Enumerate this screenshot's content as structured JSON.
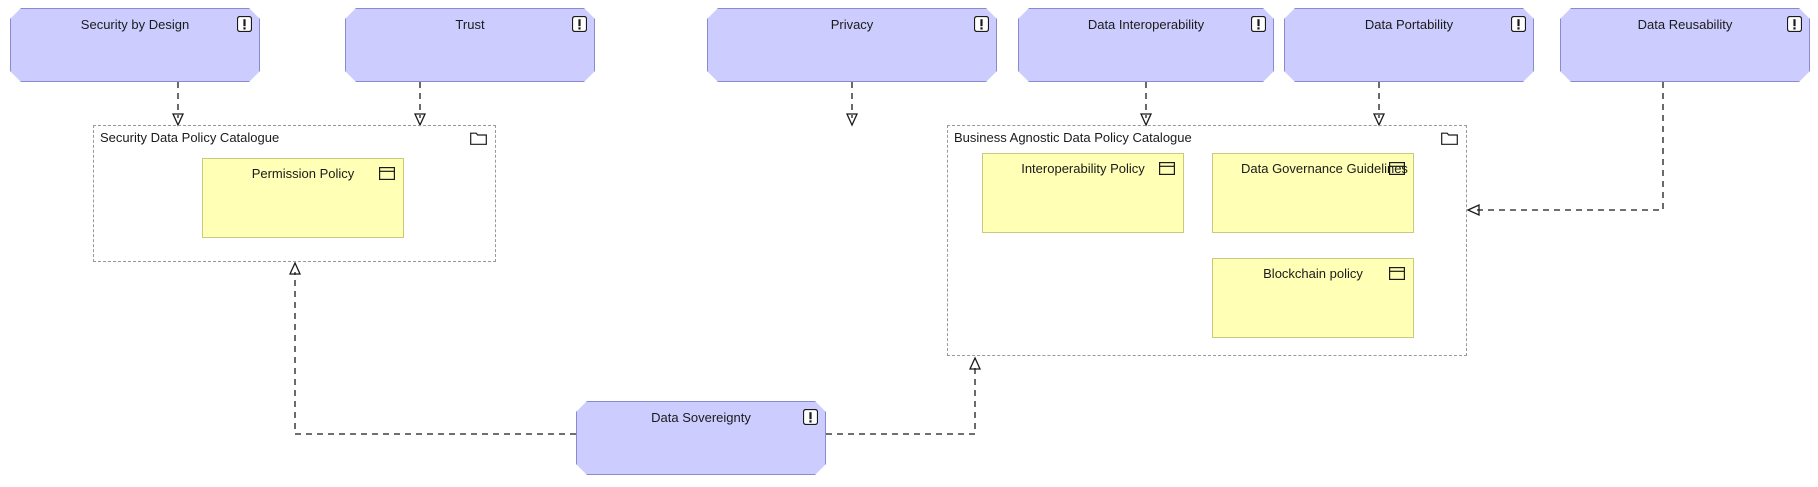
{
  "diagram": {
    "type": "archimate-motivation-view",
    "colors": {
      "principle_fill": "#CCCCFF",
      "principle_stroke": "#8A8AD0",
      "business_object_fill": "#FFFFB5",
      "business_object_stroke": "#C9C97F",
      "grouping_stroke": "#999999",
      "connector_stroke": "#1B1B1B",
      "canvas_background": "#FFFFFF"
    }
  },
  "principles": [
    {
      "id": "security-by-design",
      "label": "Security by Design",
      "icon": "principle-exclamation-icon"
    },
    {
      "id": "trust",
      "label": "Trust",
      "icon": "principle-exclamation-icon"
    },
    {
      "id": "privacy",
      "label": "Privacy",
      "icon": "principle-exclamation-icon"
    },
    {
      "id": "data-interoperability",
      "label": "Data Interoperability",
      "icon": "principle-exclamation-icon"
    },
    {
      "id": "data-portability",
      "label": "Data Portability",
      "icon": "principle-exclamation-icon"
    },
    {
      "id": "data-reusability",
      "label": "Data Reusability",
      "icon": "principle-exclamation-icon"
    },
    {
      "id": "data-sovereignty",
      "label": "Data Sovereignty",
      "icon": "principle-exclamation-icon"
    }
  ],
  "groupings": [
    {
      "id": "security-data-policy-catalogue",
      "label": "Security Data Policy Catalogue",
      "icon": "folder-icon"
    },
    {
      "id": "business-agnostic-data-policy-catalogue",
      "label": "Business Agnostic Data Policy Catalogue",
      "icon": "folder-icon"
    }
  ],
  "business_objects": [
    {
      "id": "permission-policy",
      "label": "Permission Policy",
      "icon": "business-object-icon",
      "parent": "security-data-policy-catalogue"
    },
    {
      "id": "interoperability-policy",
      "label": "Interoperability Policy",
      "icon": "business-object-icon",
      "parent": "business-agnostic-data-policy-catalogue"
    },
    {
      "id": "data-governance-guidelines",
      "label": "Data Governance Guidelines",
      "icon": "business-object-icon",
      "parent": "business-agnostic-data-policy-catalogue"
    },
    {
      "id": "blockchain-policy",
      "label": "Blockchain policy",
      "icon": "business-object-icon",
      "parent": "business-agnostic-data-policy-catalogue"
    }
  ],
  "connections": [
    {
      "id": "c1",
      "from": "security-by-design",
      "to": "security-data-policy-catalogue",
      "style": "dashed-open-arrow"
    },
    {
      "id": "c2",
      "from": "trust",
      "to": "security-data-policy-catalogue",
      "style": "dashed-open-arrow"
    },
    {
      "id": "c3",
      "from": "privacy",
      "to": "business-agnostic-data-policy-catalogue",
      "style": "dashed-open-arrow"
    },
    {
      "id": "c4",
      "from": "data-interoperability",
      "to": "business-agnostic-data-policy-catalogue",
      "style": "dashed-open-arrow"
    },
    {
      "id": "c5",
      "from": "data-portability",
      "to": "business-agnostic-data-policy-catalogue",
      "style": "dashed-open-arrow"
    },
    {
      "id": "c6",
      "from": "data-reusability",
      "to": "business-agnostic-data-policy-catalogue",
      "style": "dashed-open-arrow"
    },
    {
      "id": "c7",
      "from": "data-sovereignty",
      "to": "security-data-policy-catalogue",
      "style": "dashed-open-arrow"
    },
    {
      "id": "c8",
      "from": "data-sovereignty",
      "to": "business-agnostic-data-policy-catalogue",
      "style": "dashed-open-arrow"
    }
  ]
}
